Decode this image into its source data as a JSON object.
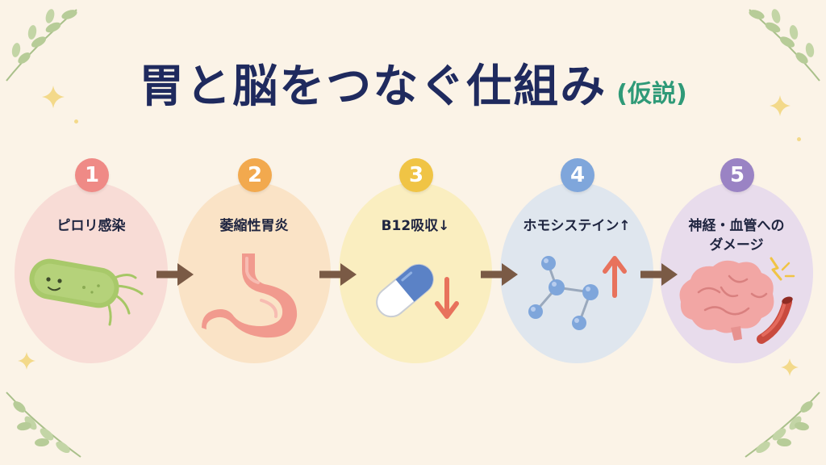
{
  "title": "胃と脳をつなぐ仕組み",
  "subtitle": "(仮説)",
  "steps": [
    {
      "number": "1",
      "label": "ピロリ感染",
      "icon": "bacteria-icon",
      "color": "#ef8a86",
      "bg": "#f8dcd6"
    },
    {
      "number": "2",
      "label": "萎縮性胃炎",
      "icon": "stomach-icon",
      "color": "#f2a94e",
      "bg": "#fae3c6"
    },
    {
      "number": "3",
      "label": "B12吸収↓",
      "icon": "capsule-icon",
      "color": "#f0c445",
      "bg": "#faeec0"
    },
    {
      "number": "4",
      "label": "ホモシステイン↑",
      "icon": "molecule-icon",
      "color": "#7fa6db",
      "bg": "#dfe6ee"
    },
    {
      "number": "5",
      "label": "神経・血管への\nダメージ",
      "icon": "brain-icon",
      "color": "#9a83c4",
      "bg": "#e8dcec"
    }
  ],
  "colors": {
    "background": "#fbf3e7",
    "title": "#1f2a5e",
    "subtitle": "#2f9a78",
    "arrow": "#7a5a45",
    "leaf": "#a9c08a"
  }
}
